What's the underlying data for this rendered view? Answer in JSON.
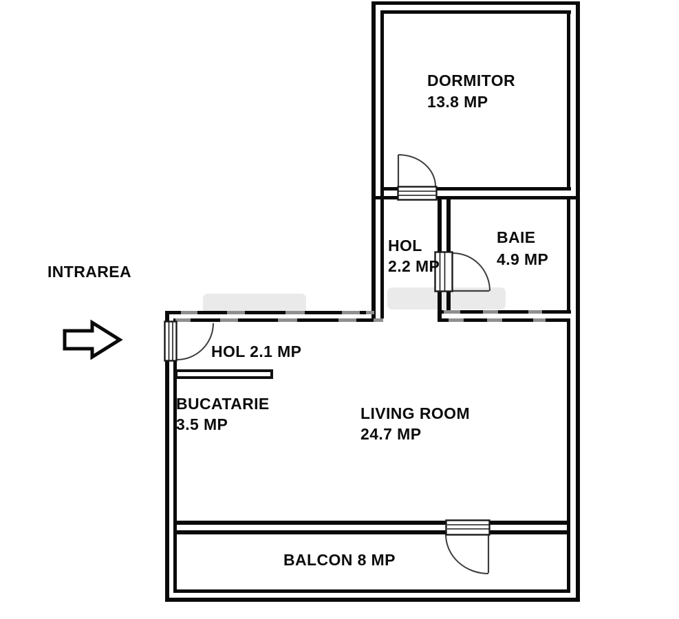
{
  "plan": {
    "type": "apartment-floor-plan",
    "entrance": {
      "label": "INTRAREA"
    },
    "rooms": {
      "dormitor": {
        "name": "DORMITOR",
        "area": "13.8 MP"
      },
      "hol": {
        "name": "HOL",
        "area": "2.2 MP"
      },
      "baie": {
        "name": "BAIE",
        "area": "4.9 MP"
      },
      "hol_entry": {
        "label": "HOL 2.1 MP"
      },
      "bucatarie": {
        "name": "BUCATARIE",
        "area": "3.5 MP"
      },
      "living": {
        "name": "LIVING ROOM",
        "area": "24.7 MP"
      },
      "balcon": {
        "label": "BALCON 8 MP"
      }
    },
    "colors": {
      "wall": "#0a0a0a",
      "text": "#0c0c0c",
      "door_line": "#3c3c3c",
      "watermark": "#d6d6d6",
      "background": "#ffffff"
    }
  }
}
